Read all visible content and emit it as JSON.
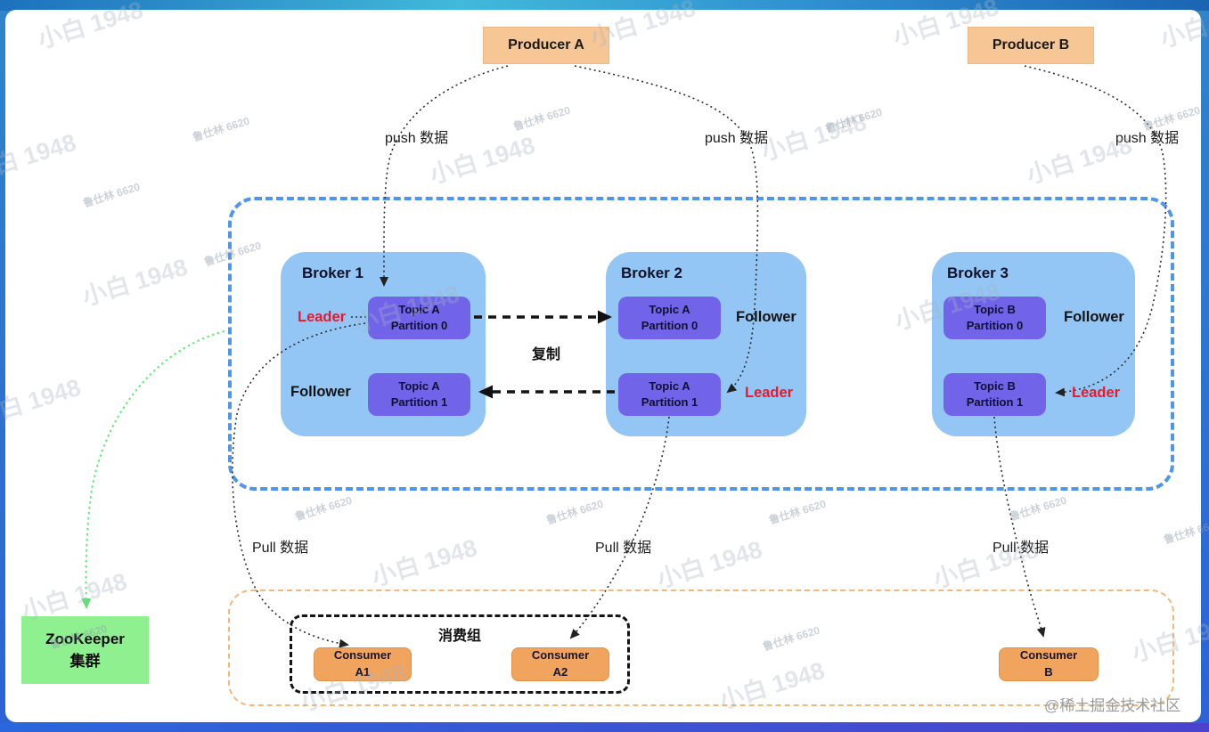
{
  "watermarks": {
    "primary": "小白 1948",
    "secondary": "鲁仕林 6620"
  },
  "credit": "@稀土掘金技术社区",
  "labels": {
    "push": "push 数据",
    "pull": "Pull 数据",
    "replicate": "复制"
  },
  "producers": [
    {
      "label": "Producer A"
    },
    {
      "label": "Producer B"
    }
  ],
  "cluster": {
    "brokers": [
      {
        "name": "Broker 1",
        "partitions": [
          {
            "line1": "Topic A",
            "line2": "Partition 0",
            "role": "Leader"
          },
          {
            "line1": "Topic A",
            "line2": "Partition 1",
            "role": "Follower"
          }
        ]
      },
      {
        "name": "Broker 2",
        "partitions": [
          {
            "line1": "Topic A",
            "line2": "Partition 0",
            "role": "Follower"
          },
          {
            "line1": "Topic A",
            "line2": "Partition 1",
            "role": "Leader"
          }
        ]
      },
      {
        "name": "Broker 3",
        "partitions": [
          {
            "line1": "Topic B",
            "line2": "Partition 0",
            "role": "Follower"
          },
          {
            "line1": "Topic B",
            "line2": "Partition 1",
            "role": "Leader"
          }
        ]
      }
    ]
  },
  "zookeeper": {
    "line1": "ZooKeeper",
    "line2": "集群"
  },
  "consumer_group": {
    "title": "消费组",
    "consumers": [
      {
        "line1": "Consumer",
        "line2": "A1"
      },
      {
        "line1": "Consumer",
        "line2": "A2"
      }
    ]
  },
  "consumer_b": {
    "line1": "Consumer",
    "line2": "B"
  },
  "colors": {
    "producer_fill": "#f6c795",
    "consumer_fill": "#f1a45e",
    "broker_fill": "#93c5f5",
    "partition_fill": "#7164e9",
    "zookeeper_fill": "#8ff08f",
    "cluster_border": "#4f95e8",
    "consumer_region_border": "#f3b878",
    "leader_red": "#e8192d"
  }
}
